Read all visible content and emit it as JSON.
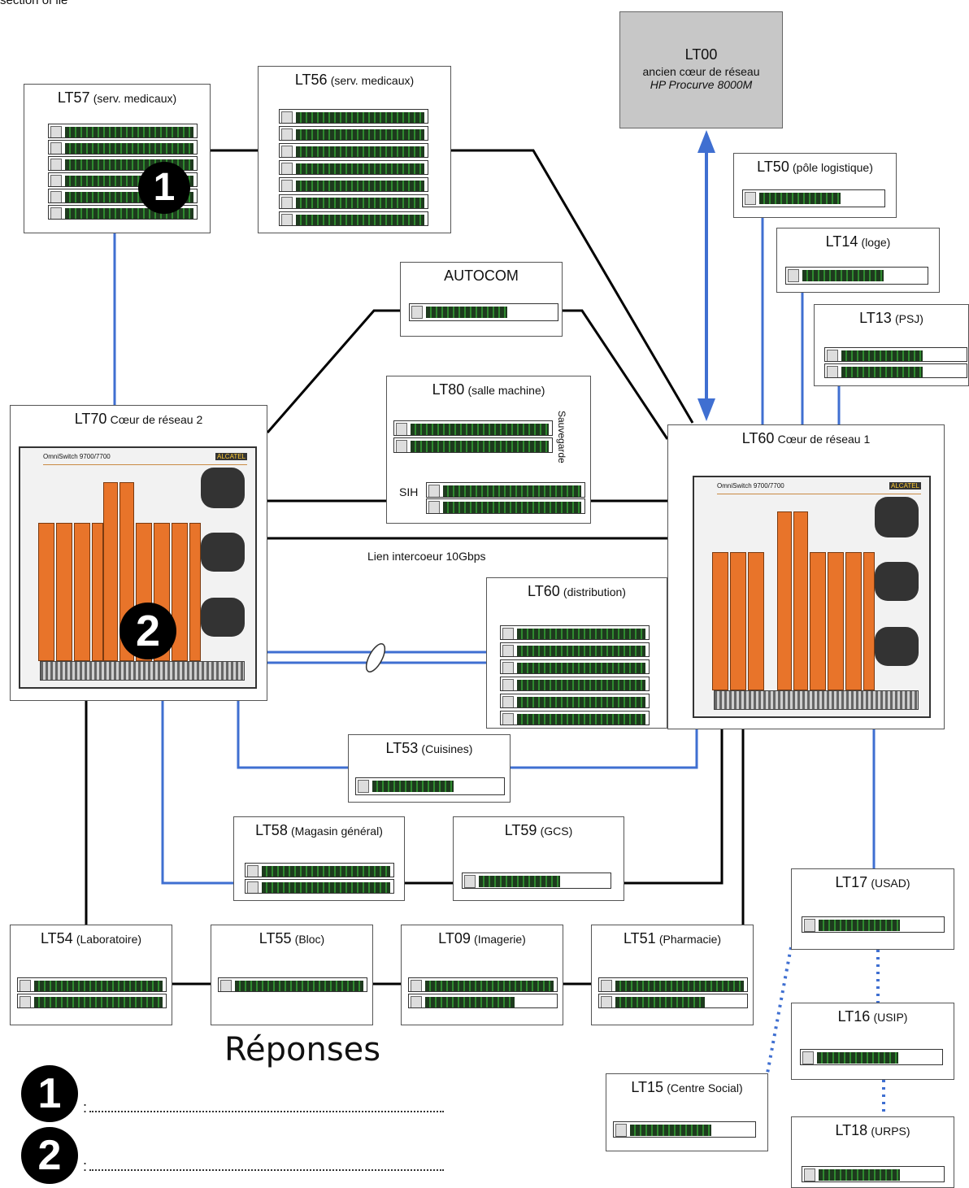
{
  "header_fragment": "section of lie",
  "nodes": {
    "lt00": {
      "code": "LT00",
      "line2": "ancien cœur de réseau",
      "line3": "HP Procurve 8000M"
    },
    "lt57": {
      "code": "LT57",
      "sub": "(serv. medicaux)"
    },
    "lt56": {
      "code": "LT56",
      "sub": "(serv. medicaux)"
    },
    "lt50": {
      "code": "LT50",
      "sub": "(pôle logistique)"
    },
    "lt14": {
      "code": "LT14",
      "sub": "(loge)"
    },
    "lt13": {
      "code": "LT13",
      "sub": "(PSJ)"
    },
    "autocom": {
      "code": "AUTOCOM"
    },
    "lt80": {
      "code": "LT80",
      "sub": "(salle machine)",
      "sauvegarde": "Sauvegarde",
      "sih": "SIH"
    },
    "lt70": {
      "code": "LT70",
      "sub": "Cœur de réseau 2",
      "chassis_model": "OmniSwitch 9700/7700",
      "brand": "ALCATEL"
    },
    "lt60core": {
      "code": "LT60",
      "sub": "Cœur de réseau 1",
      "chassis_model": "OmniSwitch 9700/7700",
      "brand": "ALCATEL"
    },
    "lt60dist": {
      "code": "LT60",
      "sub": "(distribution)"
    },
    "lt53": {
      "code": "LT53",
      "sub": "(Cuisines)"
    },
    "lt58": {
      "code": "LT58",
      "sub": "(Magasin général)"
    },
    "lt59": {
      "code": "LT59",
      "sub": "(GCS)"
    },
    "lt54": {
      "code": "LT54",
      "sub": "(Laboratoire)"
    },
    "lt55": {
      "code": "LT55",
      "sub": "(Bloc)"
    },
    "lt09": {
      "code": "LT09",
      "sub": "(Imagerie)"
    },
    "lt51": {
      "code": "LT51",
      "sub": "(Pharmacie)"
    },
    "lt17": {
      "code": "LT17",
      "sub": "(USAD)"
    },
    "lt16": {
      "code": "LT16",
      "sub": "(USIP)"
    },
    "lt15": {
      "code": "LT15",
      "sub": "(Centre Social)"
    },
    "lt18": {
      "code": "LT18",
      "sub": "(URPS)"
    }
  },
  "link_labels": {
    "intercore": "Lien intercoeur 10Gbps"
  },
  "markers": {
    "one": "1",
    "two": "2"
  },
  "answers": {
    "title": "Réponses",
    "items": [
      {
        "marker": "1",
        "prefix": ":"
      },
      {
        "marker": "2",
        "prefix": ":"
      }
    ]
  },
  "colors": {
    "copper": "#000000",
    "fiber": "#3f6fd1",
    "chassis_card": "#e8742a",
    "lt00_fill": "#c7c7c7"
  }
}
